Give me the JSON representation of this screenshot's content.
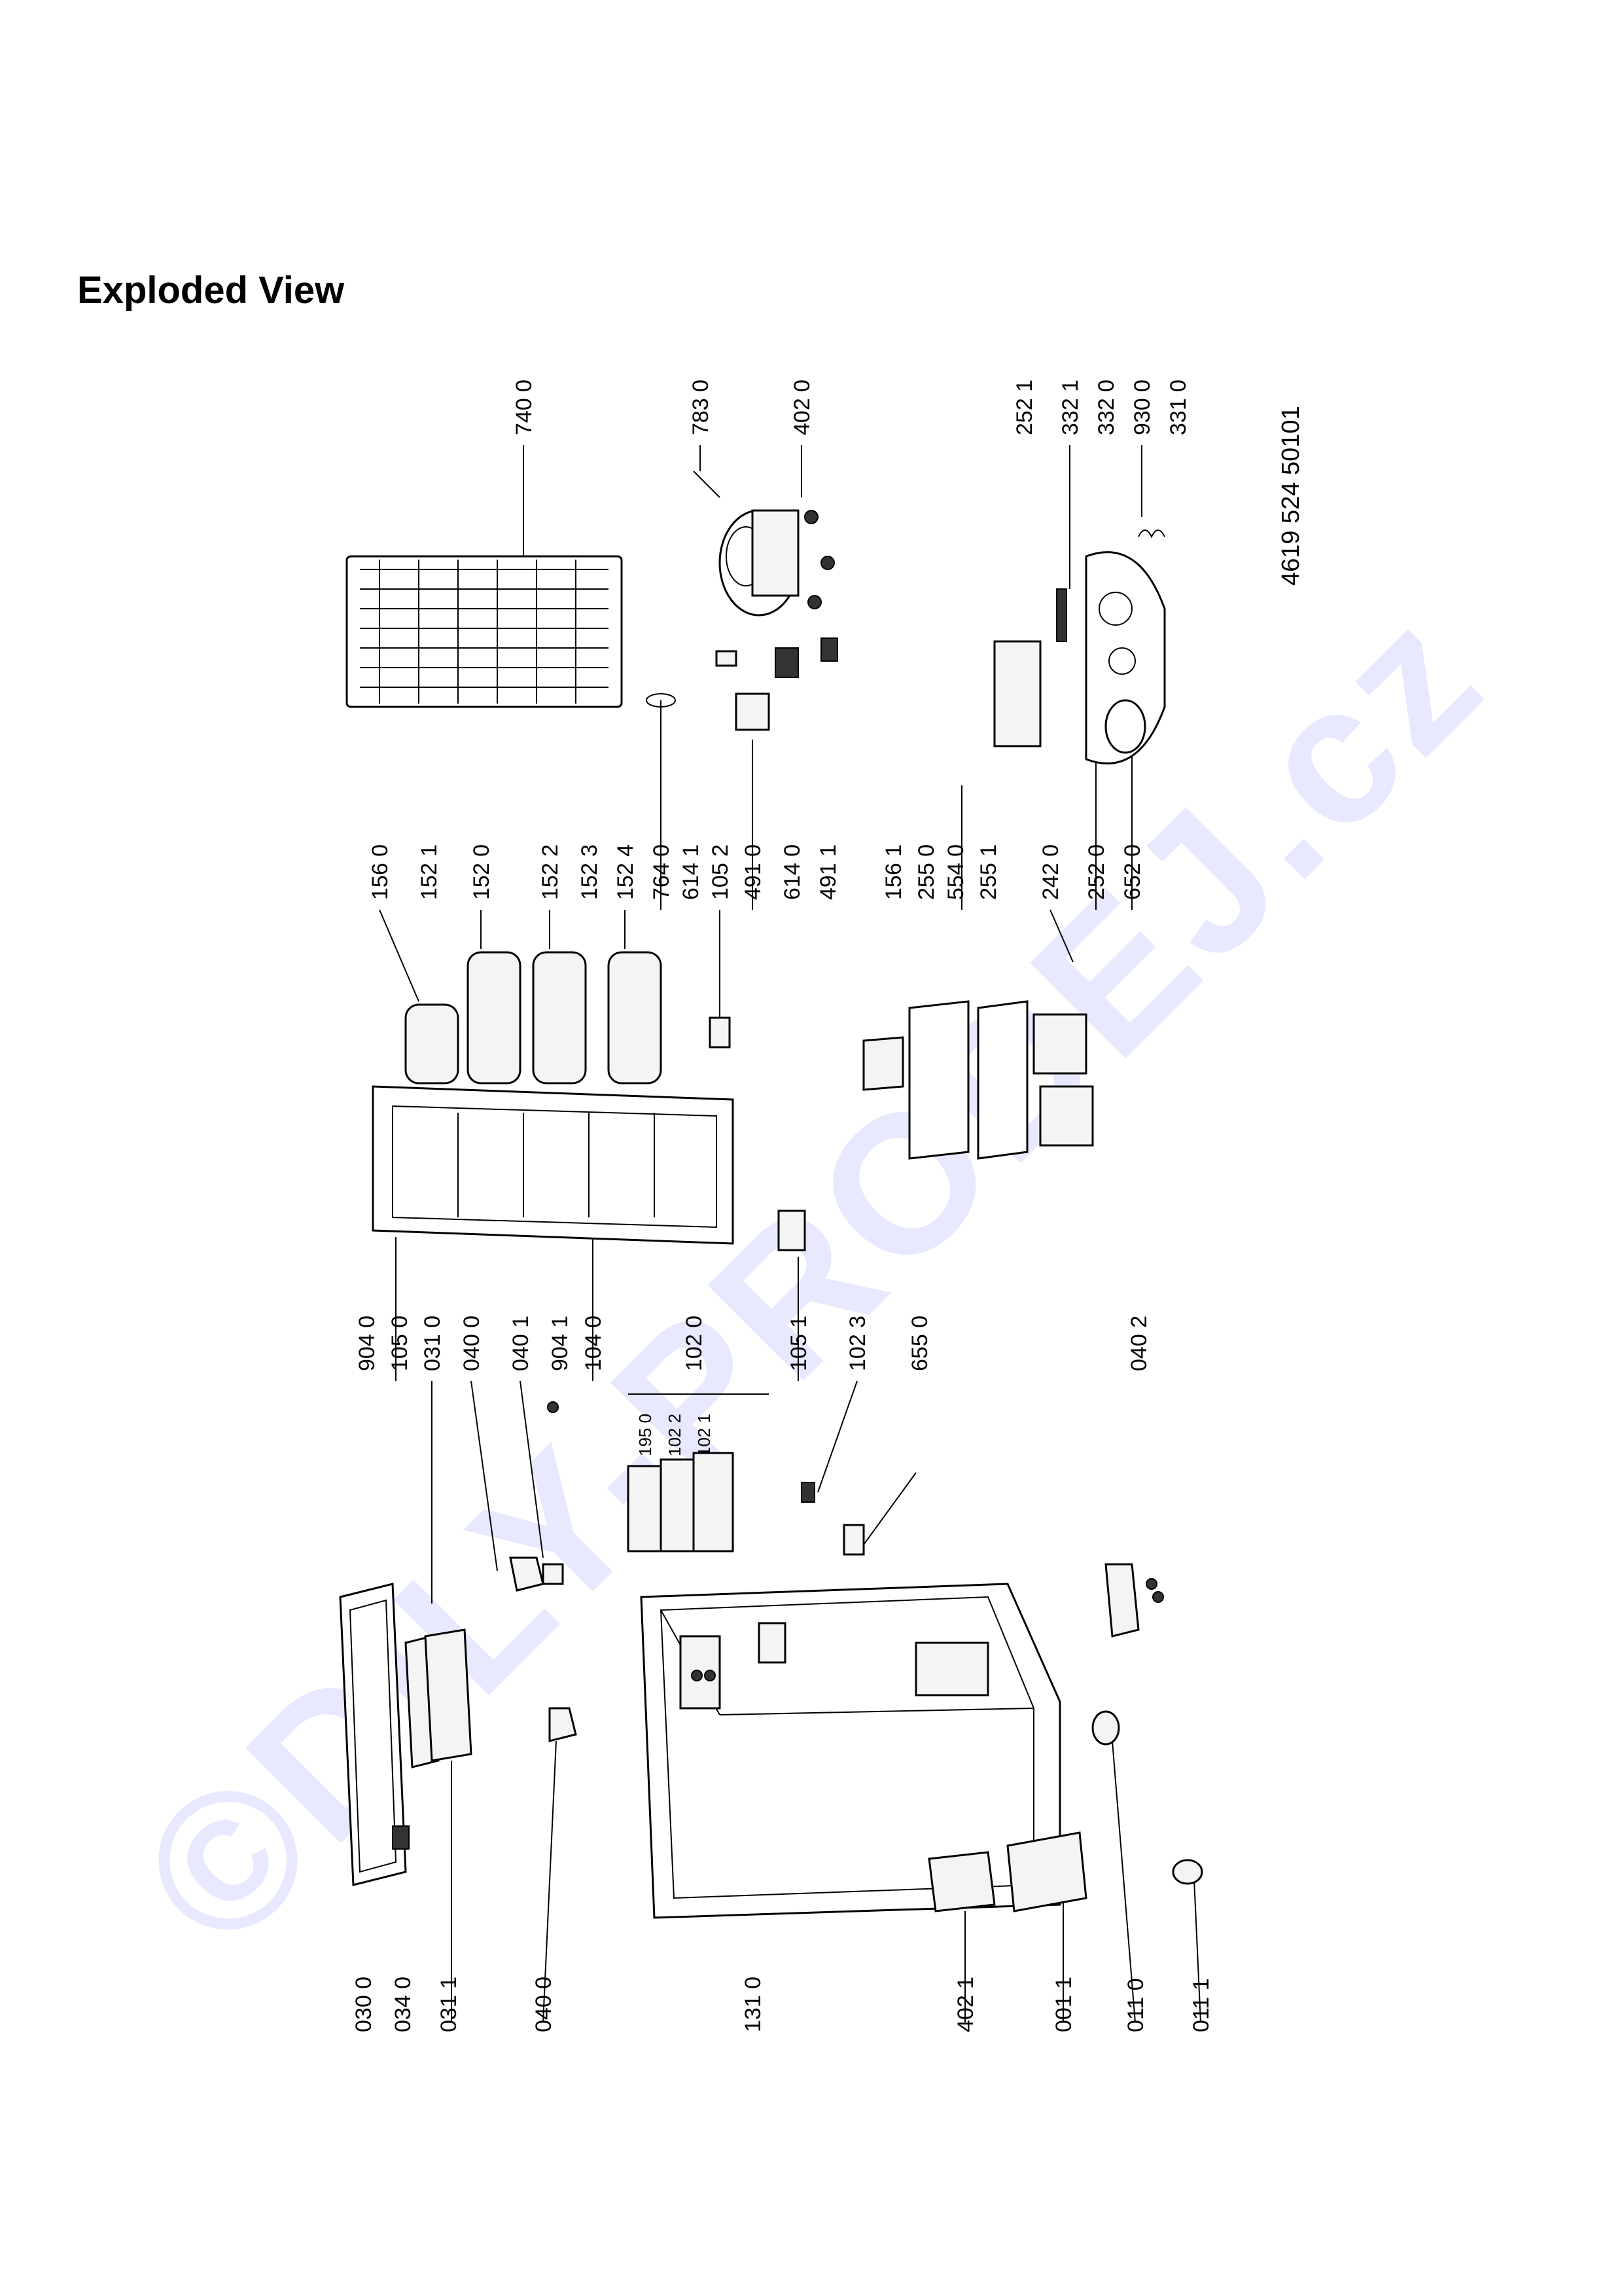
{
  "title": "Exploded View",
  "watermark": "©DILY-PRODEJ.cz",
  "document_number": "4619 524 50101",
  "labels": {
    "top": [
      "904 0",
      "105 0",
      "031 0",
      "040 0",
      "040 1",
      "904 1",
      "104 0",
      "102 0",
      "105 1",
      "102 3",
      "655 0",
      "040 2",
      "156 0",
      "152 1",
      "152 0",
      "152 2",
      "152 3",
      "152 4",
      "764 0",
      "614 1",
      "105 2",
      "491 0",
      "614 0",
      "491 1",
      "156 1",
      "255 0",
      "554 0",
      "255 1",
      "242 0",
      "252 0",
      "652 0",
      "740 0",
      "783 0",
      "402 0",
      "252 1",
      "332 1",
      "332 0",
      "930 0",
      "331 0"
    ],
    "sub": [
      "195 0",
      "102 2",
      "102 1"
    ],
    "bottom": [
      "030 0",
      "034 0",
      "031 1",
      "040 0",
      "131 0",
      "402 1",
      "001 1",
      "011 0",
      "011 1"
    ]
  }
}
